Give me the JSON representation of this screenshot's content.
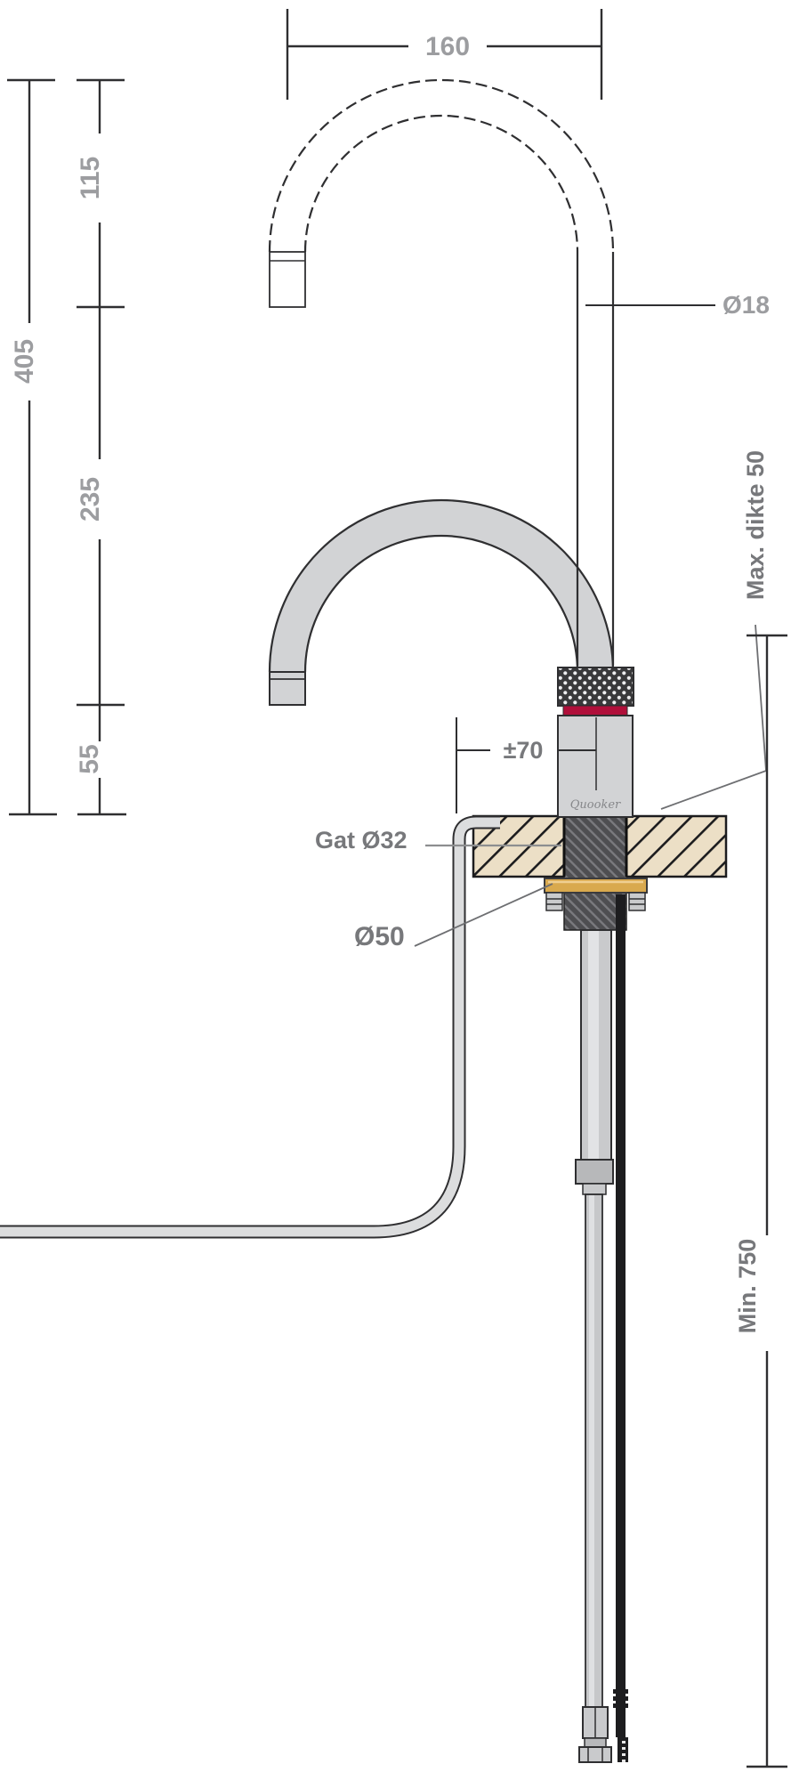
{
  "drawing": {
    "type": "tap-installation-dimension-diagram",
    "brand_logo": "Quooker",
    "dimensions": {
      "spout_reach": "160",
      "spout_tube_diameter": "Ø18",
      "upper_height": "115",
      "total_height": "405",
      "mid_height": "235",
      "base_height": "55",
      "swivel_offset": "±70",
      "mounting_hole": "Gat Ø32",
      "flange_diameter": "Ø50",
      "max_worktop_thickness": "Max. dikte 50",
      "min_clearance_below": "Min. 750"
    },
    "colors": {
      "line": "#2f2f31",
      "label_light": "#9c9da0",
      "label_dark": "#77787b",
      "metal": "#d2d3d5",
      "metal_light": "#dcddde",
      "red_band": "#b00f3a",
      "brass_washer": "#d9a94e",
      "worktop": "#ecdfc6",
      "cable": "#1d1d1f"
    }
  }
}
